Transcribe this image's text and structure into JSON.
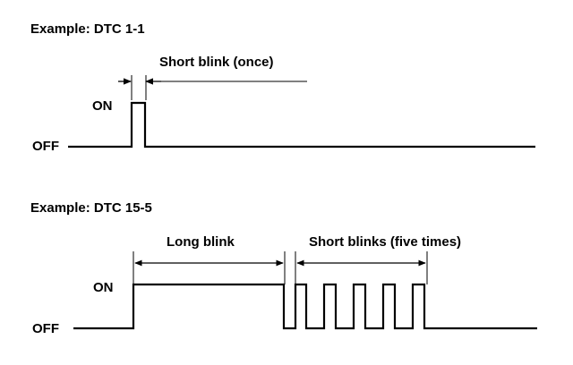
{
  "examples": [
    {
      "title": "Example: DTC 1-1",
      "on_label": "ON",
      "off_label": "OFF",
      "callouts": [
        {
          "text": "Short blink (once)"
        }
      ]
    },
    {
      "title": "Example: DTC 15-5",
      "on_label": "ON",
      "off_label": "OFF",
      "callouts": [
        {
          "text": "Long blink"
        },
        {
          "text": "Short blinks (five times)"
        }
      ]
    }
  ],
  "colors": {
    "line": "#000000",
    "background": "#ffffff"
  }
}
